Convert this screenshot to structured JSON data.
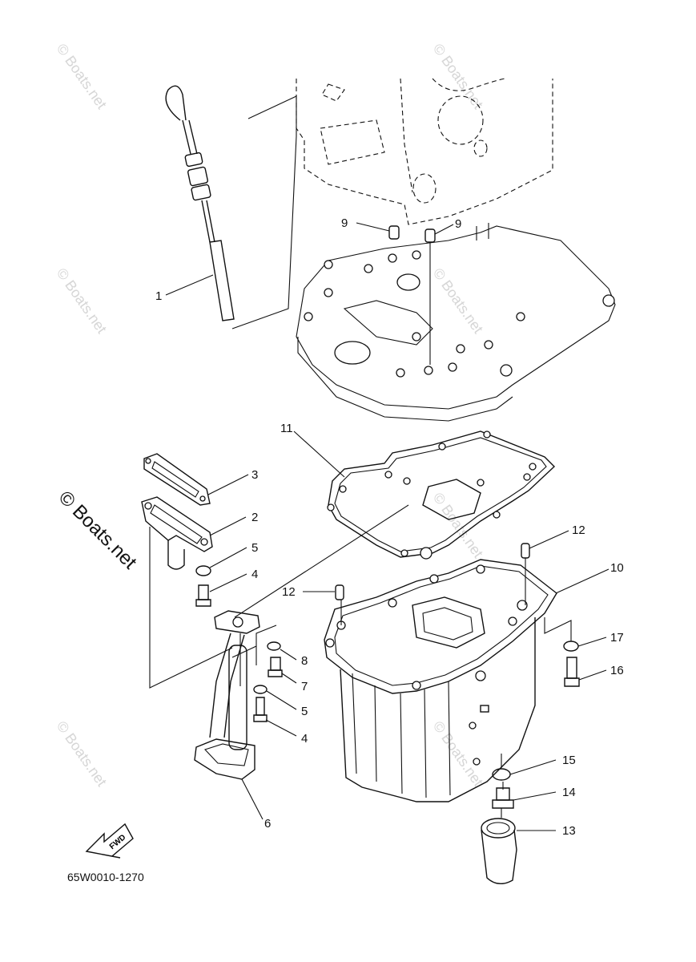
{
  "diagram": {
    "drawing_code": "65W0010-1270",
    "watermark_small": "© Boats.net",
    "watermark_large": "© Boats.net",
    "fwd_arrow_label": "FWD",
    "callouts": {
      "c1": "1",
      "c2": "2",
      "c3": "3",
      "c4a": "4",
      "c4b": "4",
      "c5a": "5",
      "c5b": "5",
      "c6": "6",
      "c7": "7",
      "c8": "8",
      "c9a": "9",
      "c9b": "9",
      "c10": "10",
      "c11": "11",
      "c12a": "12",
      "c12b": "12",
      "c13": "13",
      "c14": "14",
      "c15": "15",
      "c16": "16",
      "c17": "17"
    }
  }
}
